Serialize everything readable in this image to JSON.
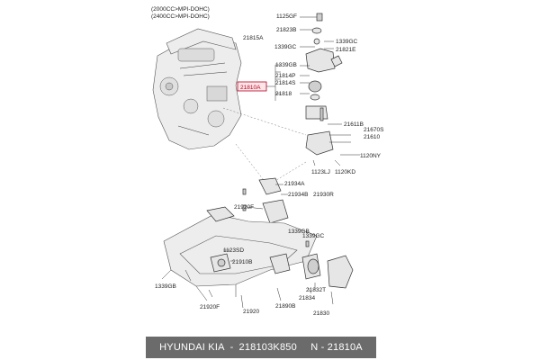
{
  "header": {
    "line1": "(2000CC>MPI-DOHC)",
    "line2": "(2400CC>MPI-DOHC)"
  },
  "callout": {
    "label": "21810A",
    "color": "#b00020"
  },
  "labels": {
    "p1125GF": "1125GF",
    "p21823B": "21823B",
    "p21815A": "21815A",
    "p1339GC_a": "1339GC",
    "p1339GC_b": "1339GC",
    "p21821E": "21821E",
    "p1339GB_a": "1339GB",
    "p21814P": "21814P",
    "p21814S": "21814S",
    "p21818": "21818",
    "p21611B": "21611B",
    "p21670S": "21670S",
    "p21610": "21610",
    "p1120NY": "1120NY",
    "p1123LJ": "1123LJ",
    "p1120KD": "1120KD",
    "p21934A": "21934A",
    "p21934B": "21934B",
    "p21930R": "21930R",
    "p21920F": "21920F",
    "p1339GB_b": "1339GB",
    "p1339GC_c": "1339GC",
    "p1123SD": "1123SD",
    "p21910B": "21910B",
    "p1339GB_c": "1339GB",
    "p21832T": "21832T",
    "p21834": "21834",
    "p21890B": "21890B",
    "p21920F_b": "21920F",
    "p21920": "21920",
    "p21830": "21830"
  },
  "footer": {
    "brand": "HYUNDAI  KIA",
    "part_number": "218103K850",
    "ref": "N - 21810A",
    "bg": "#6b6b6b"
  }
}
